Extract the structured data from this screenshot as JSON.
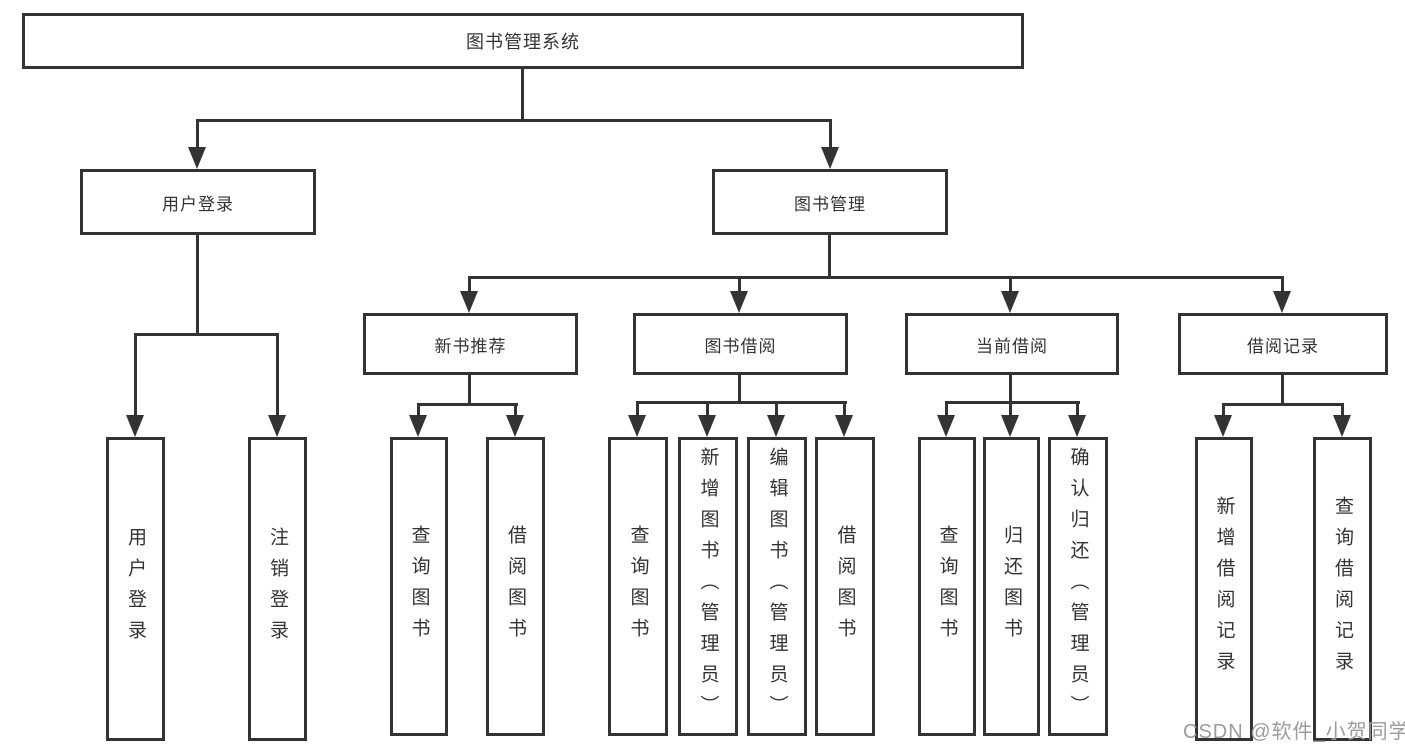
{
  "tree": {
    "root": {
      "label": "图书管理系统"
    },
    "branches": [
      {
        "label": "用户登录",
        "children": [
          {
            "label": "用户登录"
          },
          {
            "label": "注销登录"
          }
        ]
      },
      {
        "label": "图书管理",
        "children": [
          {
            "label": "新书推荐",
            "children": [
              {
                "label": "查询图书"
              },
              {
                "label": "借阅图书"
              }
            ]
          },
          {
            "label": "图书借阅",
            "children": [
              {
                "label": "查询图书"
              },
              {
                "label": "新增图书（管理员）"
              },
              {
                "label": "编辑图书（管理员）"
              },
              {
                "label": "借阅图书"
              }
            ]
          },
          {
            "label": "当前借阅",
            "children": [
              {
                "label": "查询图书"
              },
              {
                "label": "归还图书"
              },
              {
                "label": "确认归还（管理员）"
              }
            ]
          },
          {
            "label": "借阅记录",
            "children": [
              {
                "label": "新增借阅记录"
              },
              {
                "label": "查询借阅记录"
              }
            ]
          }
        ]
      }
    ]
  },
  "watermark": {
    "text": "CSDN @软件_小贺同学"
  },
  "colors": {
    "line": "#333333",
    "text": "#333333",
    "background": "#ffffff",
    "watermark": "#9c9c9c"
  }
}
